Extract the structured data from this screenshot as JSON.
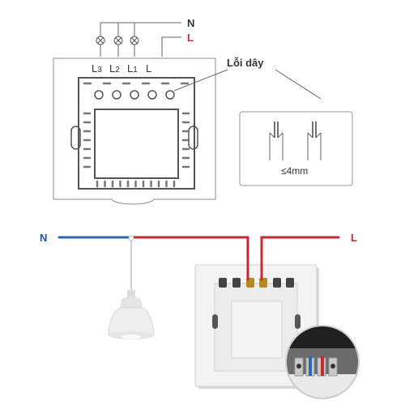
{
  "diagram": {
    "top": {
      "terminals": [
        "L3",
        "L2",
        "L1",
        "L"
      ],
      "terminal_subscripts": [
        "3",
        "2",
        "1",
        ""
      ],
      "neutral_label": "N",
      "live_label": "L",
      "callout_label": "Lỗi dây",
      "strip_length_label": "≤4mm"
    },
    "bottom": {
      "neutral_label": "N",
      "live_label": "L"
    }
  },
  "colors": {
    "neutral_wire": "#2f67b1",
    "live_wire": "#c82a33",
    "outline": "#8c8c8c"
  },
  "icons": [
    "lamp-icon",
    "lamp-bulb-icon"
  ]
}
